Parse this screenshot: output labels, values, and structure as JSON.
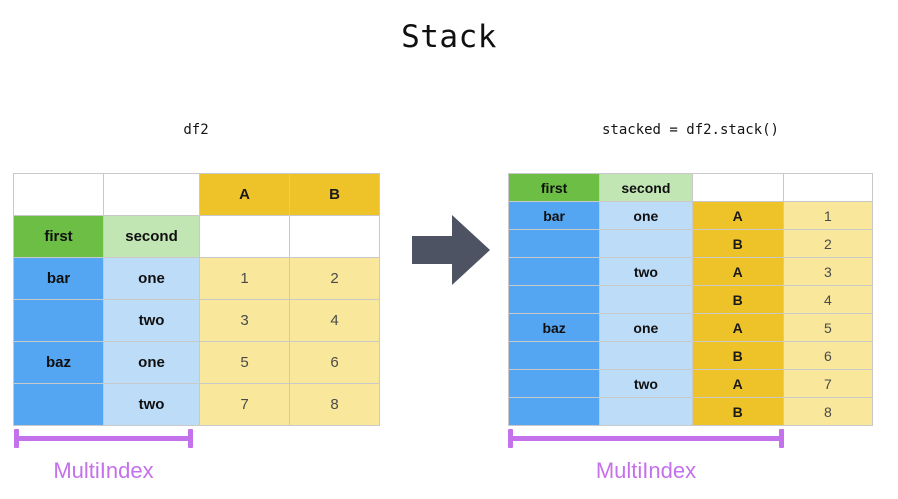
{
  "title": "Stack",
  "captions": {
    "left": "df2",
    "right": "stacked = df2.stack()"
  },
  "colors": {
    "green_dark": "#6cbe45",
    "green_light": "#c2e5b4",
    "blue": "#54a5f2",
    "blue_light": "#bddcf8",
    "gold": "#eec32a",
    "yellow_light": "#f9e79b",
    "purple": "#c471ec",
    "arrow": "#4d5362",
    "grid_line": "#c9c9c9"
  },
  "left_table": {
    "index_names": {
      "first": "first",
      "second": "second"
    },
    "column_headers": [
      "A",
      "B"
    ],
    "rows": [
      {
        "first": "bar",
        "second": "one",
        "A": "1",
        "B": "2"
      },
      {
        "first": "",
        "second": "two",
        "A": "3",
        "B": "4"
      },
      {
        "first": "baz",
        "second": "one",
        "A": "5",
        "B": "6"
      },
      {
        "first": "",
        "second": "two",
        "A": "7",
        "B": "8"
      }
    ]
  },
  "right_table": {
    "header": {
      "first": "first",
      "second": "second",
      "level3": "",
      "value": ""
    },
    "rows": [
      {
        "first": "bar",
        "second": "one",
        "level3": "A",
        "value": "1"
      },
      {
        "first": "",
        "second": "",
        "level3": "B",
        "value": "2"
      },
      {
        "first": "",
        "second": "two",
        "level3": "A",
        "value": "3"
      },
      {
        "first": "",
        "second": "",
        "level3": "B",
        "value": "4"
      },
      {
        "first": "baz",
        "second": "one",
        "level3": "A",
        "value": "5"
      },
      {
        "first": "",
        "second": "",
        "level3": "B",
        "value": "6"
      },
      {
        "first": "",
        "second": "two",
        "level3": "A",
        "value": "7"
      },
      {
        "first": "",
        "second": "",
        "level3": "B",
        "value": "8"
      }
    ]
  },
  "brackets": {
    "left_label": "MultiIndex",
    "right_label": "MultiIndex"
  }
}
